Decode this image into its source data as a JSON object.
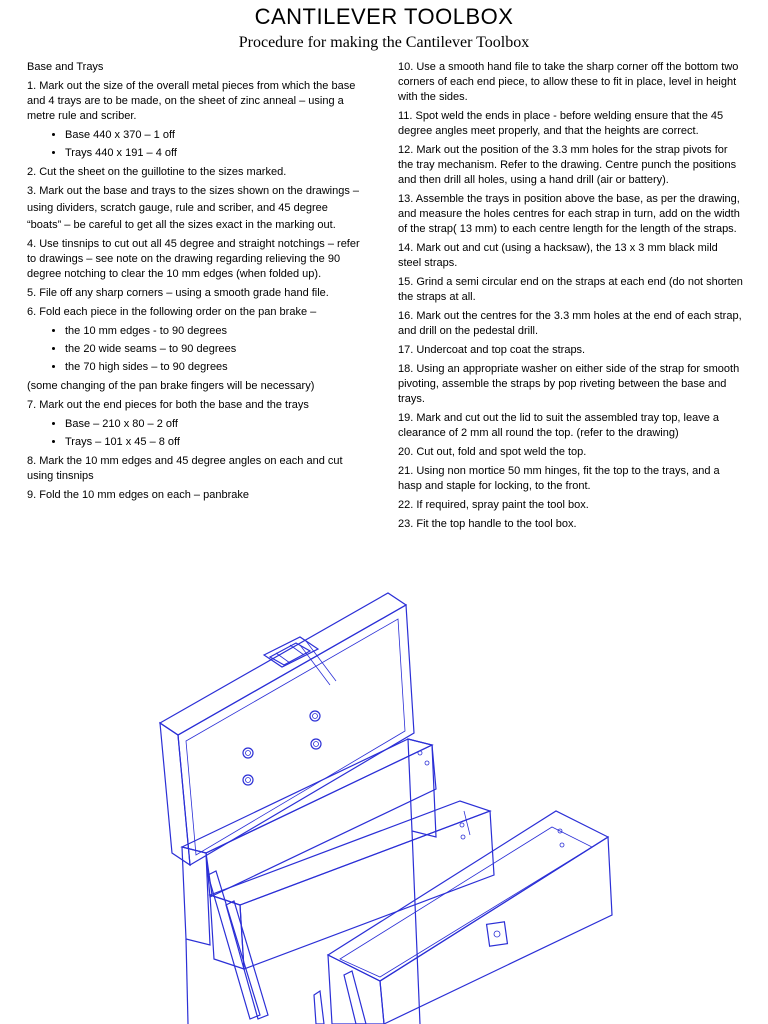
{
  "header": {
    "title": "CANTILEVER TOOLBOX",
    "subtitle": "Procedure for making the Cantilever Toolbox"
  },
  "left_column": {
    "heading": "Base and Trays",
    "step1": "1. Mark out the size of the overall metal pieces from which the base and 4 trays are to be made, on the sheet of zinc anneal – using a metre rule and scriber.",
    "step1_items": [
      "Base 440 x 370 – 1 off",
      "Trays 440 x 191 – 4 off"
    ],
    "step2": "2. Cut the sheet on the guillotine to the sizes marked.",
    "step3a": "3. Mark out the base and trays to the sizes shown on the drawings –",
    "step3b": "using dividers, scratch gauge, rule and scriber, and 45 degree",
    "step3c": "“boats” – be careful to get all the sizes exact in the marking out.",
    "step4": "4. Use tinsnips to cut out all 45 degree and straight notchings – refer to drawings – see note on the drawing regarding relieving the 90 degree notching to clear the 10 mm edges (when folded up).",
    "step5": "5. File off any sharp corners – using a smooth grade hand file.",
    "step6": "6. Fold each piece in the following order on the pan brake –",
    "step6_items": [
      "the 10 mm edges - to 90 degrees",
      "the 20 wide seams – to 90 degrees",
      "the 70 high sides – to 90 degrees"
    ],
    "step6_note": "(some changing of the pan brake fingers will be necessary)",
    "step7": "7. Mark out the end pieces for both the base and the trays",
    "step7_items": [
      "Base – 210 x 80 – 2 off",
      "Trays – 101 x 45 – 8 off"
    ],
    "step8": "8. Mark the 10 mm edges and 45 degree angles on each and cut using tinsnips",
    "step9": "9. Fold the 10 mm edges on each – panbrake"
  },
  "right_column": {
    "steps": [
      "10. Use a smooth hand file to take the sharp corner off the bottom two corners of each end piece, to allow these to fit in place, level in height with the sides.",
      "11. Spot weld the ends in place - before welding ensure that the 45 degree angles meet properly, and that the heights are correct.",
      "12. Mark out the position of the 3.3 mm holes for the strap pivots for the tray mechanism. Refer to the drawing. Centre punch the positions and then drill all holes, using a hand drill (air or battery).",
      "13. Assemble the trays in position above the base, as per the drawing, and measure the holes centres for each strap in turn, add on the width of the strap( 13 mm) to each centre length for the length of the straps.",
      "14. Mark out and cut (using a hacksaw), the 13 x 3 mm black mild steel straps.",
      "15. Grind a semi circular end on the straps at each end (do not shorten the straps at all.",
      "16. Mark out the centres for the 3.3 mm holes at the end of each strap, and drill on the pedestal drill.",
      "17. Undercoat and top coat the straps.",
      "18. Using an appropriate washer on either side of the strap for smooth pivoting, assemble the straps by pop riveting between the base and trays.",
      "19. Mark and cut out the lid to suit the assembled tray top, leave a clearance of 2 mm all round the top. (refer to the drawing)",
      "20. Cut out, fold and spot weld the top.",
      "21. Using non mortice 50 mm hinges, fit the top to the trays, and a hasp and staple for locking, to the front.",
      "22. If required, spray paint the tool box.",
      "23. Fit the top handle to the tool box."
    ]
  },
  "drawing": {
    "line_color": "#2b2fd6"
  }
}
